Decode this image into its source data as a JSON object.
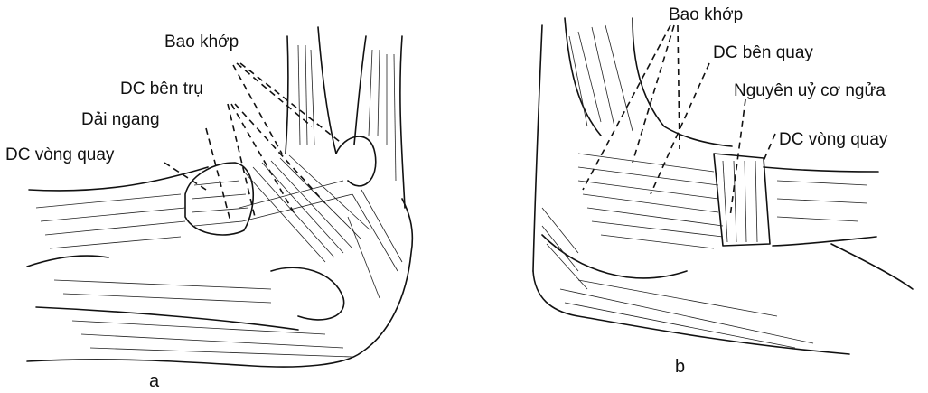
{
  "panel_a": {
    "caption": "a",
    "labels": {
      "capsule": "Bao khớp",
      "ulnar_collateral": "DC bên trụ",
      "transverse_band": "Dải ngang",
      "annular": "DC vòng quay"
    }
  },
  "panel_b": {
    "caption": "b",
    "labels": {
      "capsule": "Bao khớp",
      "radial_collateral": "DC bên quay",
      "supinator_origin": "Nguyên uỷ cơ ngửa",
      "annular": "DC vòng quay"
    }
  },
  "colors": {
    "ink": "#111111",
    "paper": "#ffffff"
  }
}
